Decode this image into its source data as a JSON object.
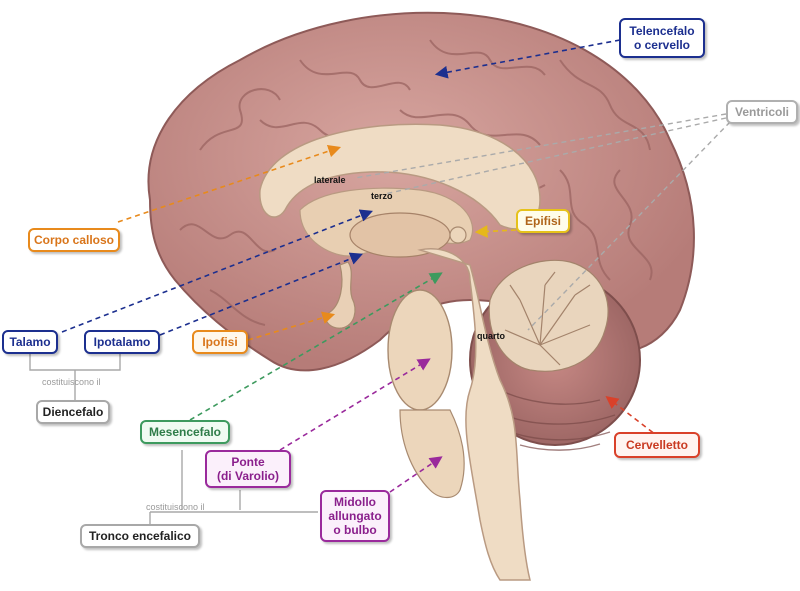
{
  "labels": {
    "telencefalo": "Telencefalo\no cervello",
    "ventricoli": "Ventricoli",
    "corpo_calloso": "Corpo calloso",
    "epifisi": "Epifisi",
    "talamo": "Talamo",
    "ipotalamo": "Ipotalamo",
    "ipofisi": "Ipofisi",
    "diencefalo": "Diencefalo",
    "mesencefalo": "Mesencefalo",
    "ponte": "Ponte\n(di Varolio)",
    "midollo": "Midollo\nallungato\no bulbo",
    "tronco": "Tronco encefalico",
    "cervelletto": "Cervelletto"
  },
  "connectors": {
    "costituiscono_1": "costituiscono il",
    "costituiscono_2": "costituiscono il"
  },
  "regions": {
    "laterale": "laterale",
    "terzo": "terzo",
    "quarto": "quarto"
  },
  "colors": {
    "blue": "#1c2f8f",
    "orange": "#e88a1c",
    "yellow": "#e6c21a",
    "green": "#3d9a5e",
    "purple": "#9a2a9c",
    "red": "#d9412a",
    "gray": "#a8a8a8",
    "brain": "#c9928e",
    "brain_dark": "#a86e6c",
    "inner": "#efdcc4"
  }
}
